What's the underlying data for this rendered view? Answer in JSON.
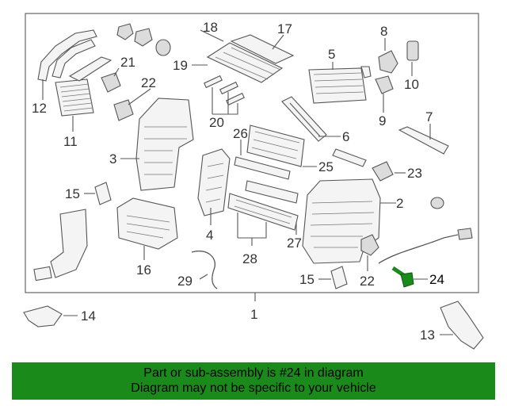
{
  "banner": {
    "line1": "Part or sub-assembly is #24 in diagram",
    "line2": "Diagram may not be specific to your vehicle"
  },
  "highlight_color": "#1a8a1a",
  "callouts": {
    "c1": "1",
    "c2": "2",
    "c3": "3",
    "c4": "4",
    "c5": "5",
    "c6": "6",
    "c7": "7",
    "c8": "8",
    "c9": "9",
    "c10": "10",
    "c11": "11",
    "c12": "12",
    "c13": "13",
    "c14": "14",
    "c15a": "15",
    "c15b": "15",
    "c16": "16",
    "c17": "17",
    "c18": "18",
    "c19": "19",
    "c20": "20",
    "c21": "21",
    "c22a": "22",
    "c22b": "22",
    "c23": "23",
    "c24": "24",
    "c25": "25",
    "c26": "26",
    "c27": "27",
    "c28": "28",
    "c29": "29"
  }
}
